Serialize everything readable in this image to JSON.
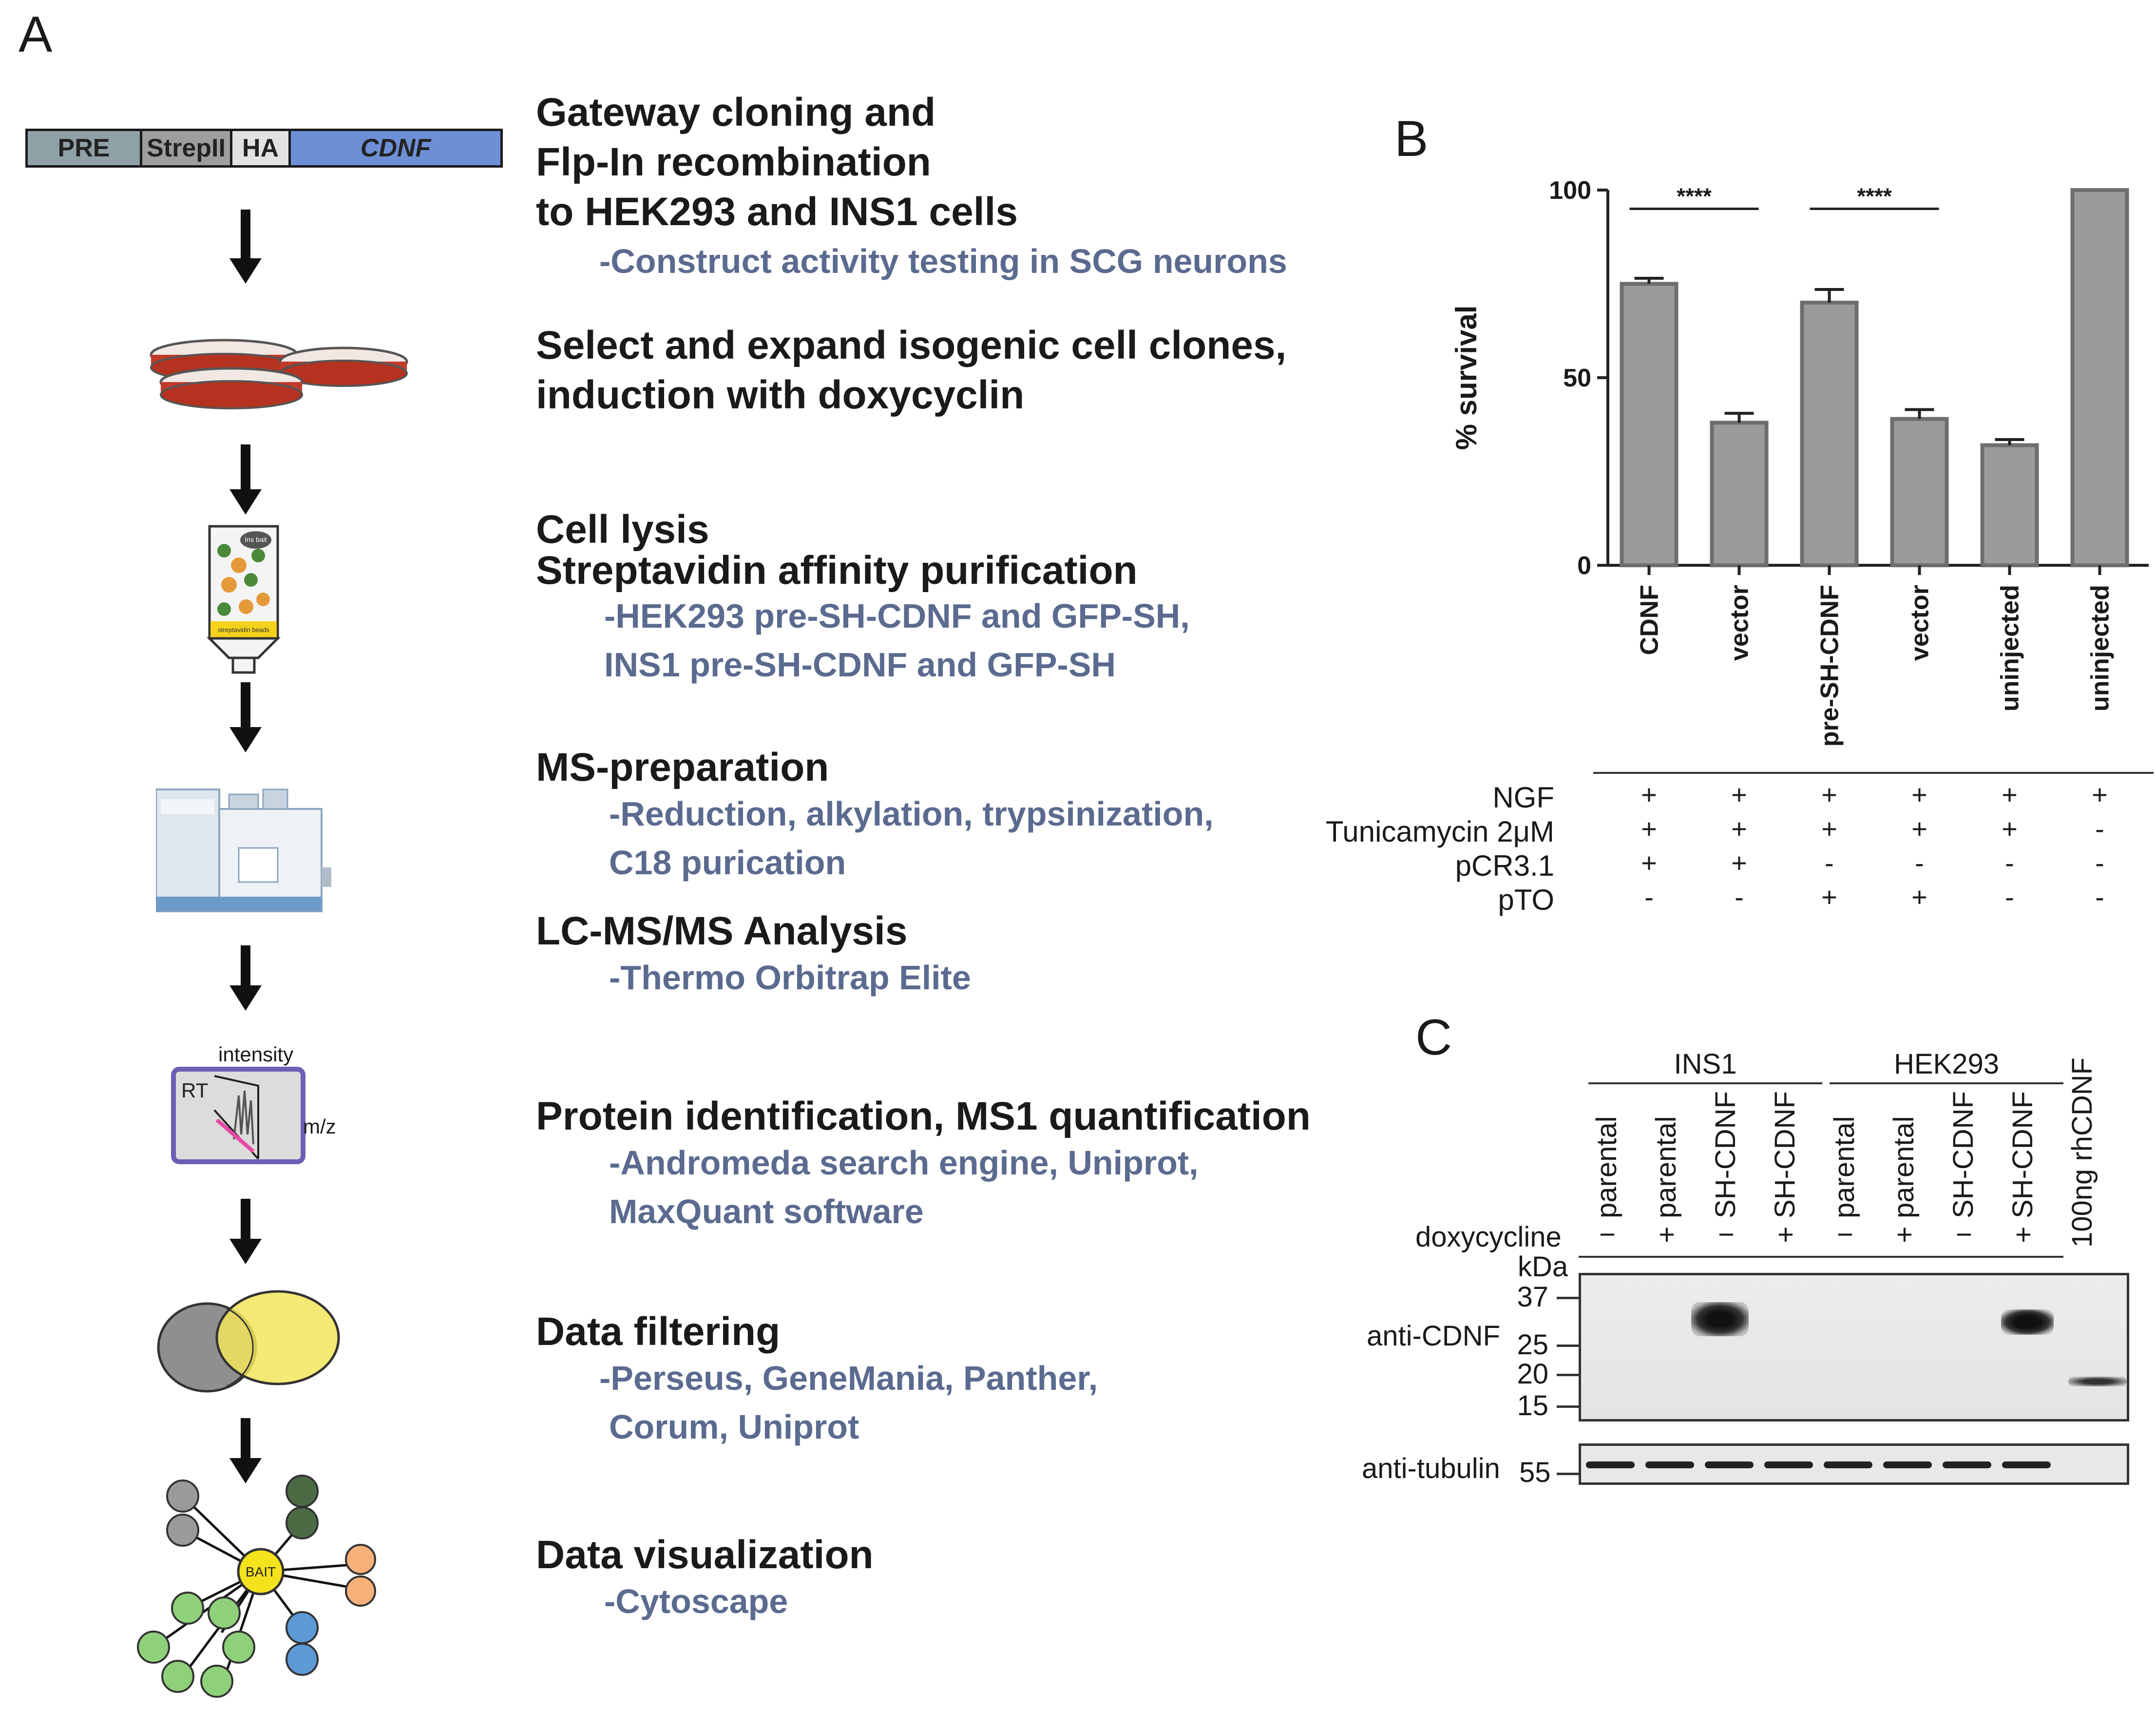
{
  "panel_a": {
    "letter": "A",
    "construct": {
      "pre": "PRE",
      "strep": "StrepII",
      "ha": "HA",
      "cdnf": "CDNF"
    },
    "steps": [
      {
        "title_lines": [
          "Gateway cloning and",
          "Flp-In recombination",
          "to HEK293 and INS1 cells"
        ],
        "sub_lines": [
          "-Construct activity testing in SCG neurons"
        ]
      },
      {
        "title_lines": [
          "Select and expand isogenic cell clones,",
          "induction with doxycyclin"
        ],
        "sub_lines": []
      },
      {
        "title_lines": [
          "Cell lysis",
          "Streptavidin affinity purification"
        ],
        "sub_lines": [
          "-HEK293 pre-SH-CDNF and GFP-SH,",
          "INS1 pre-SH-CDNF and GFP-SH"
        ]
      },
      {
        "title_lines": [
          "MS-preparation"
        ],
        "sub_lines": [
          "-Reduction, alkylation, trypsinization,",
          "C18 purication"
        ]
      },
      {
        "title_lines": [
          "LC-MS/MS Analysis"
        ],
        "sub_lines": [
          "-Thermo Orbitrap Elite"
        ]
      },
      {
        "title_lines": [
          "Protein identification, MS1 quantification"
        ],
        "sub_lines": [
          "-Andromeda search engine, Uniprot,",
          "MaxQuant software"
        ]
      },
      {
        "title_lines": [
          "Data filtering"
        ],
        "sub_lines": [
          "-Perseus, GeneMania, Panther,",
          "Corum, Uniprot"
        ]
      },
      {
        "title_lines": [
          "Data visualization"
        ],
        "sub_lines": [
          "-Cytoscape"
        ]
      }
    ],
    "icons": {
      "column_top": "Ins bait",
      "column_bottom": "streptavidin beads",
      "ms_intensity": "intensity",
      "ms_rt": "RT",
      "ms_mz": "m/z",
      "network_bait": "BAIT"
    },
    "colors": {
      "construct_pre": "#8fa1a6",
      "construct_strep": "#9e9e9e",
      "construct_ha": "#e2e2e2",
      "construct_cdnf": "#6d8fd6",
      "subtext": "#5b6a8f",
      "venn_left": "#7b7b7b",
      "venn_right": "#f2e55c",
      "net_green": "#8fd07a",
      "net_dark": "#4b6b45",
      "net_grey": "#9a9a9a",
      "net_orange": "#f7b07a",
      "net_blue": "#5d9ad6",
      "net_bait": "#f4e21c"
    }
  },
  "panel_b": {
    "letter": "B",
    "chart_data": {
      "type": "bar",
      "categories": [
        "CDNF",
        "vector",
        "pre-SH-CDNF",
        "vector",
        "uninjected",
        "uninjected"
      ],
      "values": [
        75,
        38,
        70,
        39,
        32,
        100
      ],
      "errors": [
        1.5,
        2.5,
        3.5,
        2.5,
        1.5,
        0
      ],
      "ylabel": "% survival",
      "ylim": [
        0,
        100
      ],
      "yticks": [
        0,
        50,
        100
      ],
      "significance": [
        {
          "from": 0,
          "to": 1,
          "label": "****"
        },
        {
          "from": 2,
          "to": 3,
          "label": "****"
        }
      ],
      "bar_color": "#9b9b9b"
    },
    "conditions": [
      {
        "label": "NGF",
        "values": [
          "+",
          "+",
          "+",
          "+",
          "+",
          "+"
        ]
      },
      {
        "label": "Tunicamycin 2μM",
        "values": [
          "+",
          "+",
          "+",
          "+",
          "+",
          "-"
        ]
      },
      {
        "label": "pCR3.1",
        "values": [
          "+",
          "+",
          "-",
          "-",
          "-",
          "-"
        ]
      },
      {
        "label": "pTO",
        "values": [
          "-",
          "-",
          "+",
          "+",
          "-",
          "-"
        ]
      }
    ]
  },
  "panel_c": {
    "letter": "C",
    "groups": [
      "INS1",
      "HEK293"
    ],
    "lanes": [
      "parental",
      "parental",
      "SH-CDNF",
      "SH-CDNF",
      "parental",
      "parental",
      "SH-CDNF",
      "SH-CDNF",
      "100ng rhCDNF"
    ],
    "doxycycline_label": "doxycycline",
    "doxycycline": [
      "−",
      "+",
      "−",
      "+",
      "−",
      "+",
      "−",
      "+"
    ],
    "kda_label": "kDa",
    "markers": [
      "37",
      "25",
      "20",
      "15"
    ],
    "tubulin_marker": "55",
    "blot_labels": [
      "anti-CDNF",
      "anti-tubulin"
    ]
  }
}
